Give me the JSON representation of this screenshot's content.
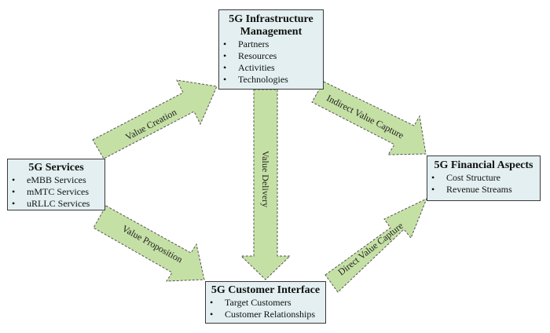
{
  "colors": {
    "box_fill": "#e3eff0",
    "box_border": "#3a3a3a",
    "arrow_fill": "#c5e0a5",
    "arrow_border": "#555555"
  },
  "boxes": {
    "infrastructure": {
      "title_line1": "5G Infrastructure",
      "title_line2": "Management",
      "items": [
        "Partners",
        "Resources",
        "Activities",
        "Technologies"
      ]
    },
    "services": {
      "title": "5G Services",
      "items": [
        "eMBB Services",
        "mMTC Services",
        "uRLLC Services"
      ]
    },
    "financial": {
      "title": "5G Financial Aspects",
      "items": [
        "Cost Structure",
        "Revenue Streams"
      ]
    },
    "customer": {
      "title": "5G Customer Interface",
      "items": [
        "Target Customers",
        "Customer Relationships"
      ]
    }
  },
  "arrows": {
    "value_creation": "Value Creation",
    "value_delivery": "Value Delivery",
    "indirect_value_capture": "Indirect Value Capture",
    "value_proposition": "Value Proposition",
    "direct_value_capture": "Direct Value Capture"
  },
  "bullet_glyph": "•"
}
